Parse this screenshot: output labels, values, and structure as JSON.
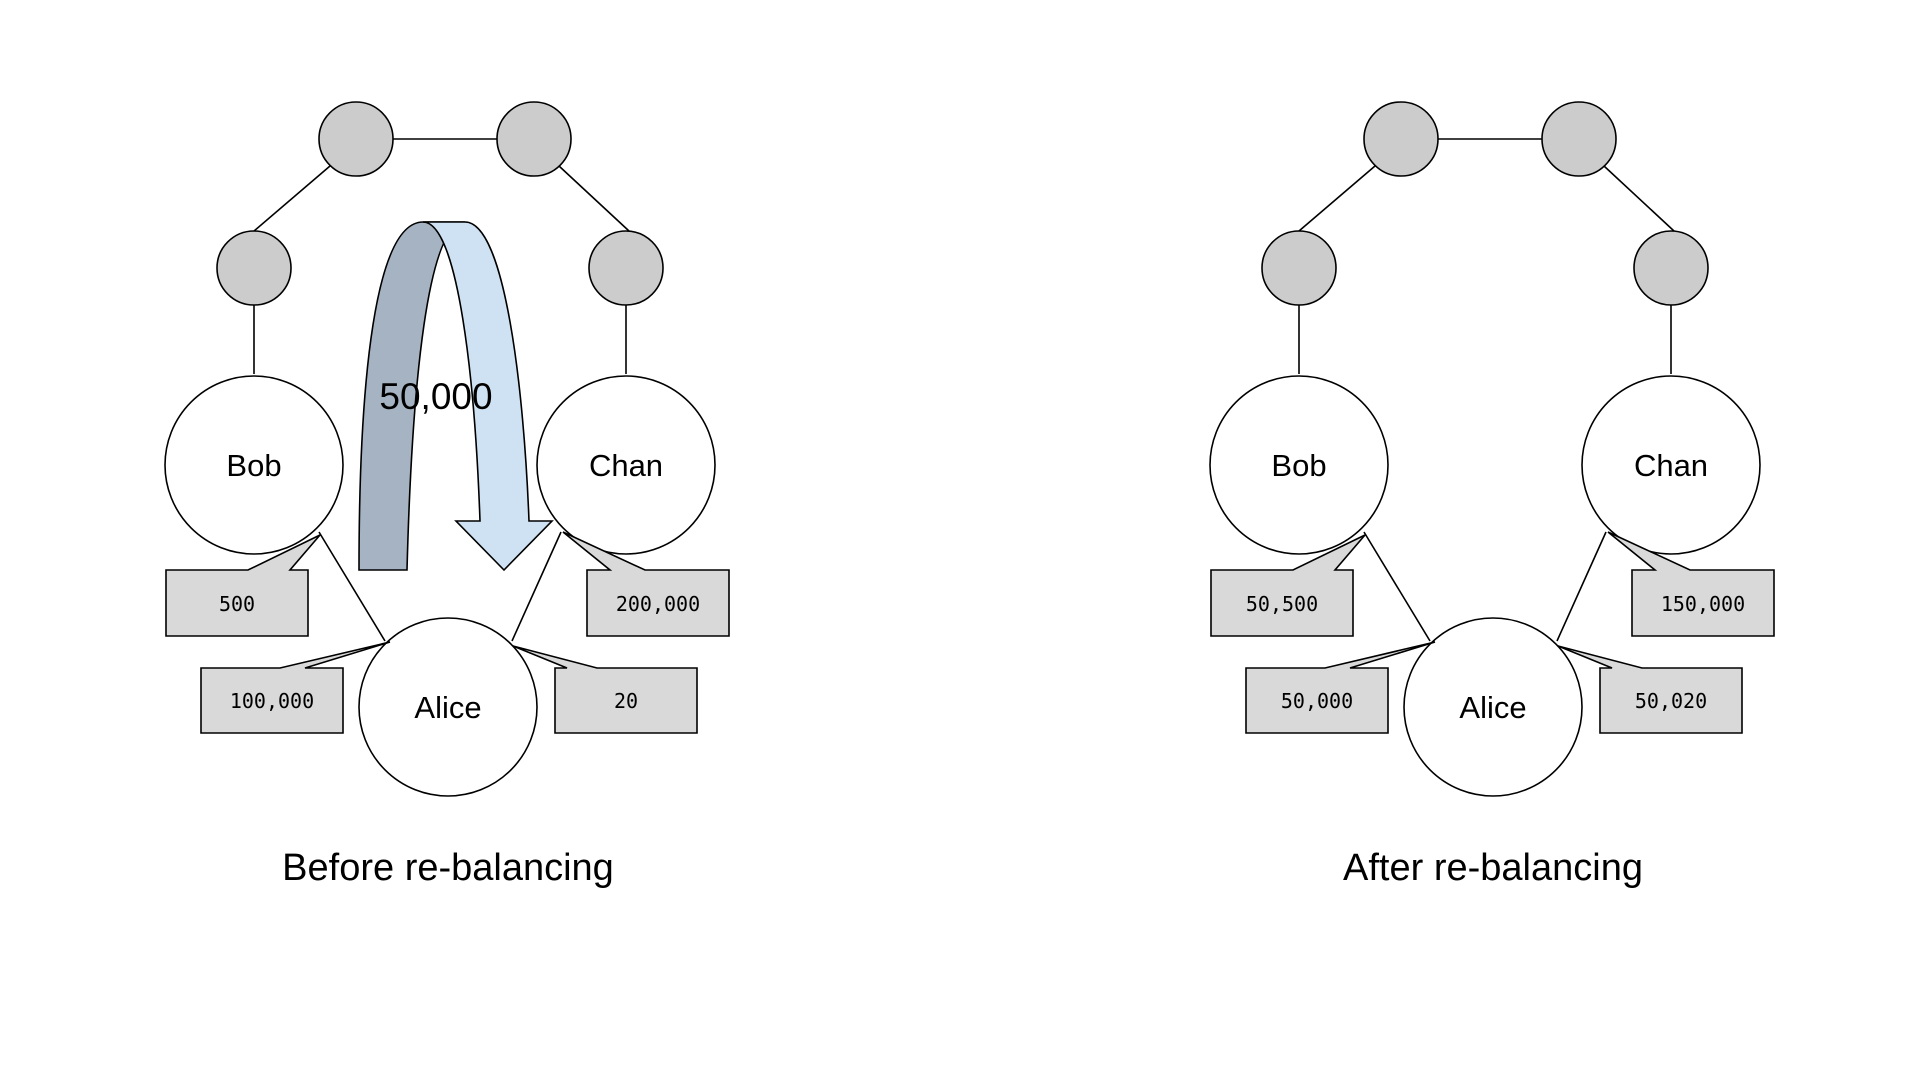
{
  "colors": {
    "small_node_fill": "#cccccc",
    "big_node_fill": "#ffffff",
    "callout_fill": "#d9d9d9",
    "arrow_dark": "#a5b3c2",
    "arrow_light": "#cfe2f3"
  },
  "before": {
    "caption": "Before re-balancing",
    "nodes": {
      "bob": "Bob",
      "chan": "Chan",
      "alice": "Alice"
    },
    "balances": {
      "bob_side_of_bob_alice": "500",
      "alice_side_of_bob_alice": "100,000",
      "chan_side_of_chan_alice": "200,000",
      "alice_side_of_chan_alice": "20"
    },
    "transfer_amount": "50,000"
  },
  "after": {
    "caption": "After re-balancing",
    "nodes": {
      "bob": "Bob",
      "chan": "Chan",
      "alice": "Alice"
    },
    "balances": {
      "bob_side_of_bob_alice": "50,500",
      "alice_side_of_bob_alice": "50,000",
      "chan_side_of_chan_alice": "150,000",
      "alice_side_of_chan_alice": "50,020"
    }
  }
}
